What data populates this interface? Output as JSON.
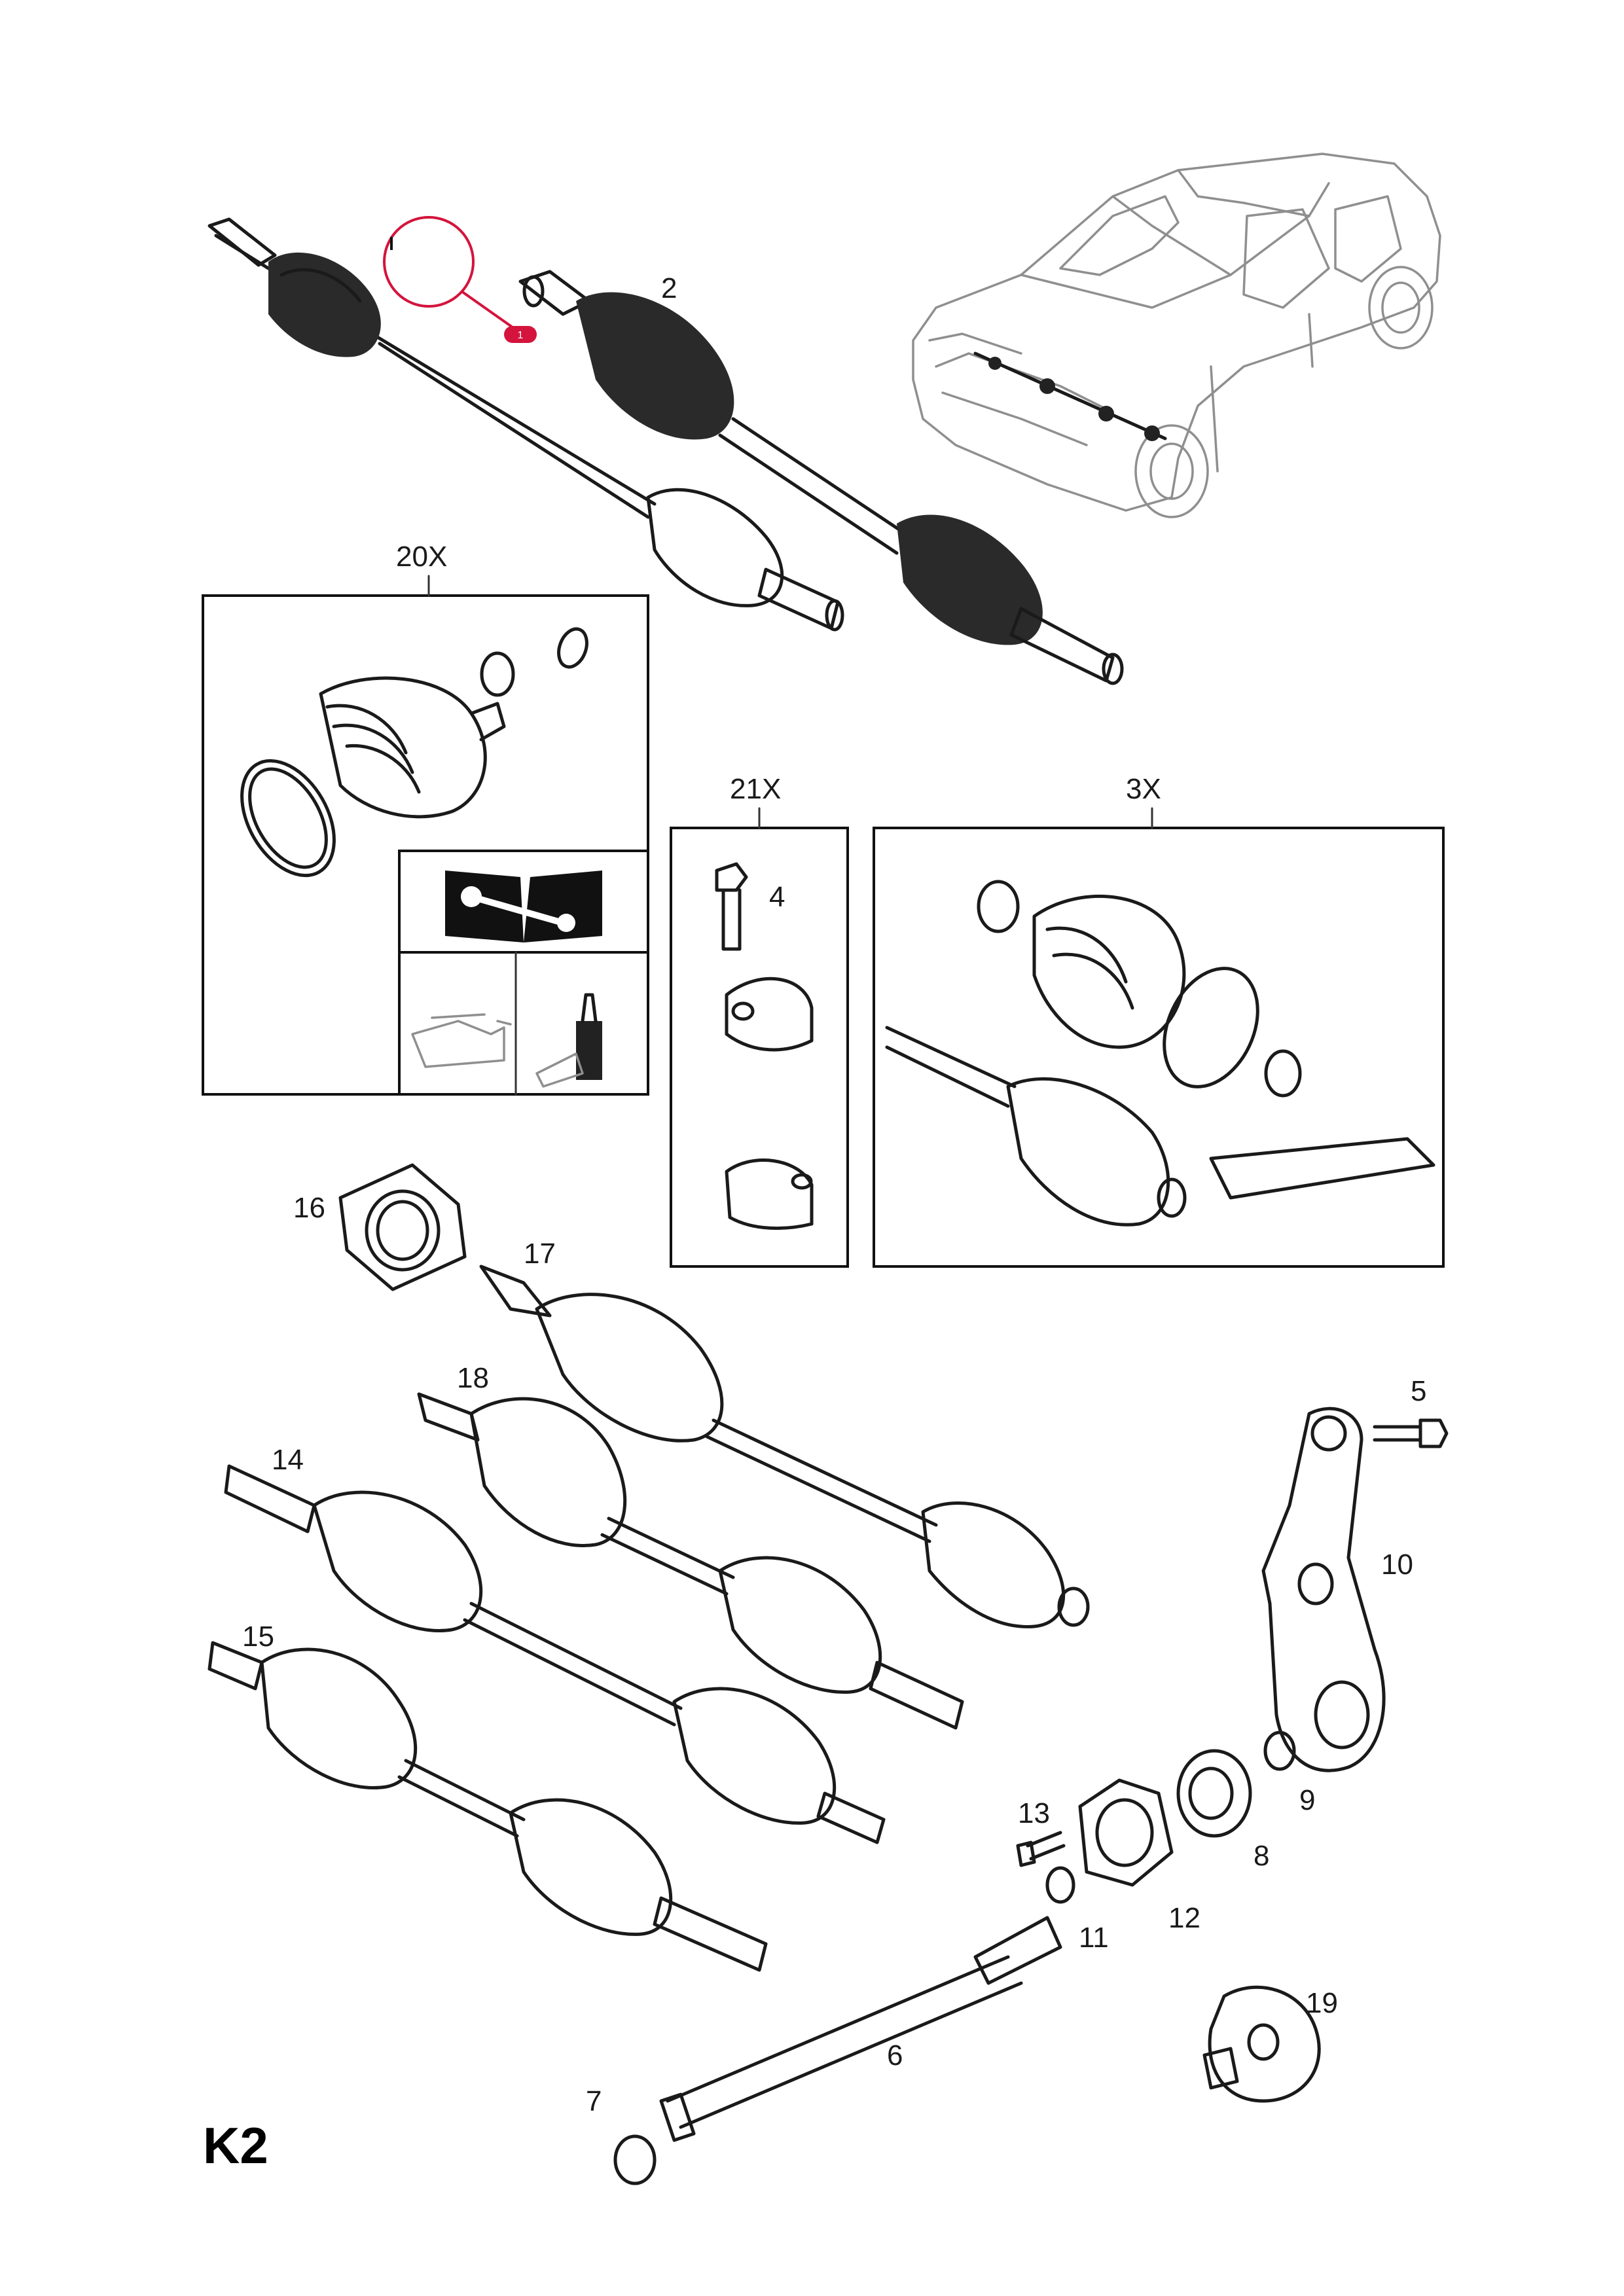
{
  "page_code": "K2",
  "hotspot": {
    "label": "1",
    "color": "#d4143c"
  },
  "callouts": {
    "c2": "2",
    "c20x": "20X",
    "c21x": "21X",
    "c3x": "3X",
    "c4": "4",
    "c5": "5",
    "c6": "6",
    "c7": "7",
    "c8": "8",
    "c9": "9",
    "c10": "10",
    "c11": "11",
    "c12": "12",
    "c13": "13",
    "c14": "14",
    "c15": "15",
    "c16": "16",
    "c17": "17",
    "c18": "18",
    "c19": "19"
  },
  "icons": [
    "wrench-book-icon",
    "oil-can-icon",
    "grease-tube-icon"
  ]
}
